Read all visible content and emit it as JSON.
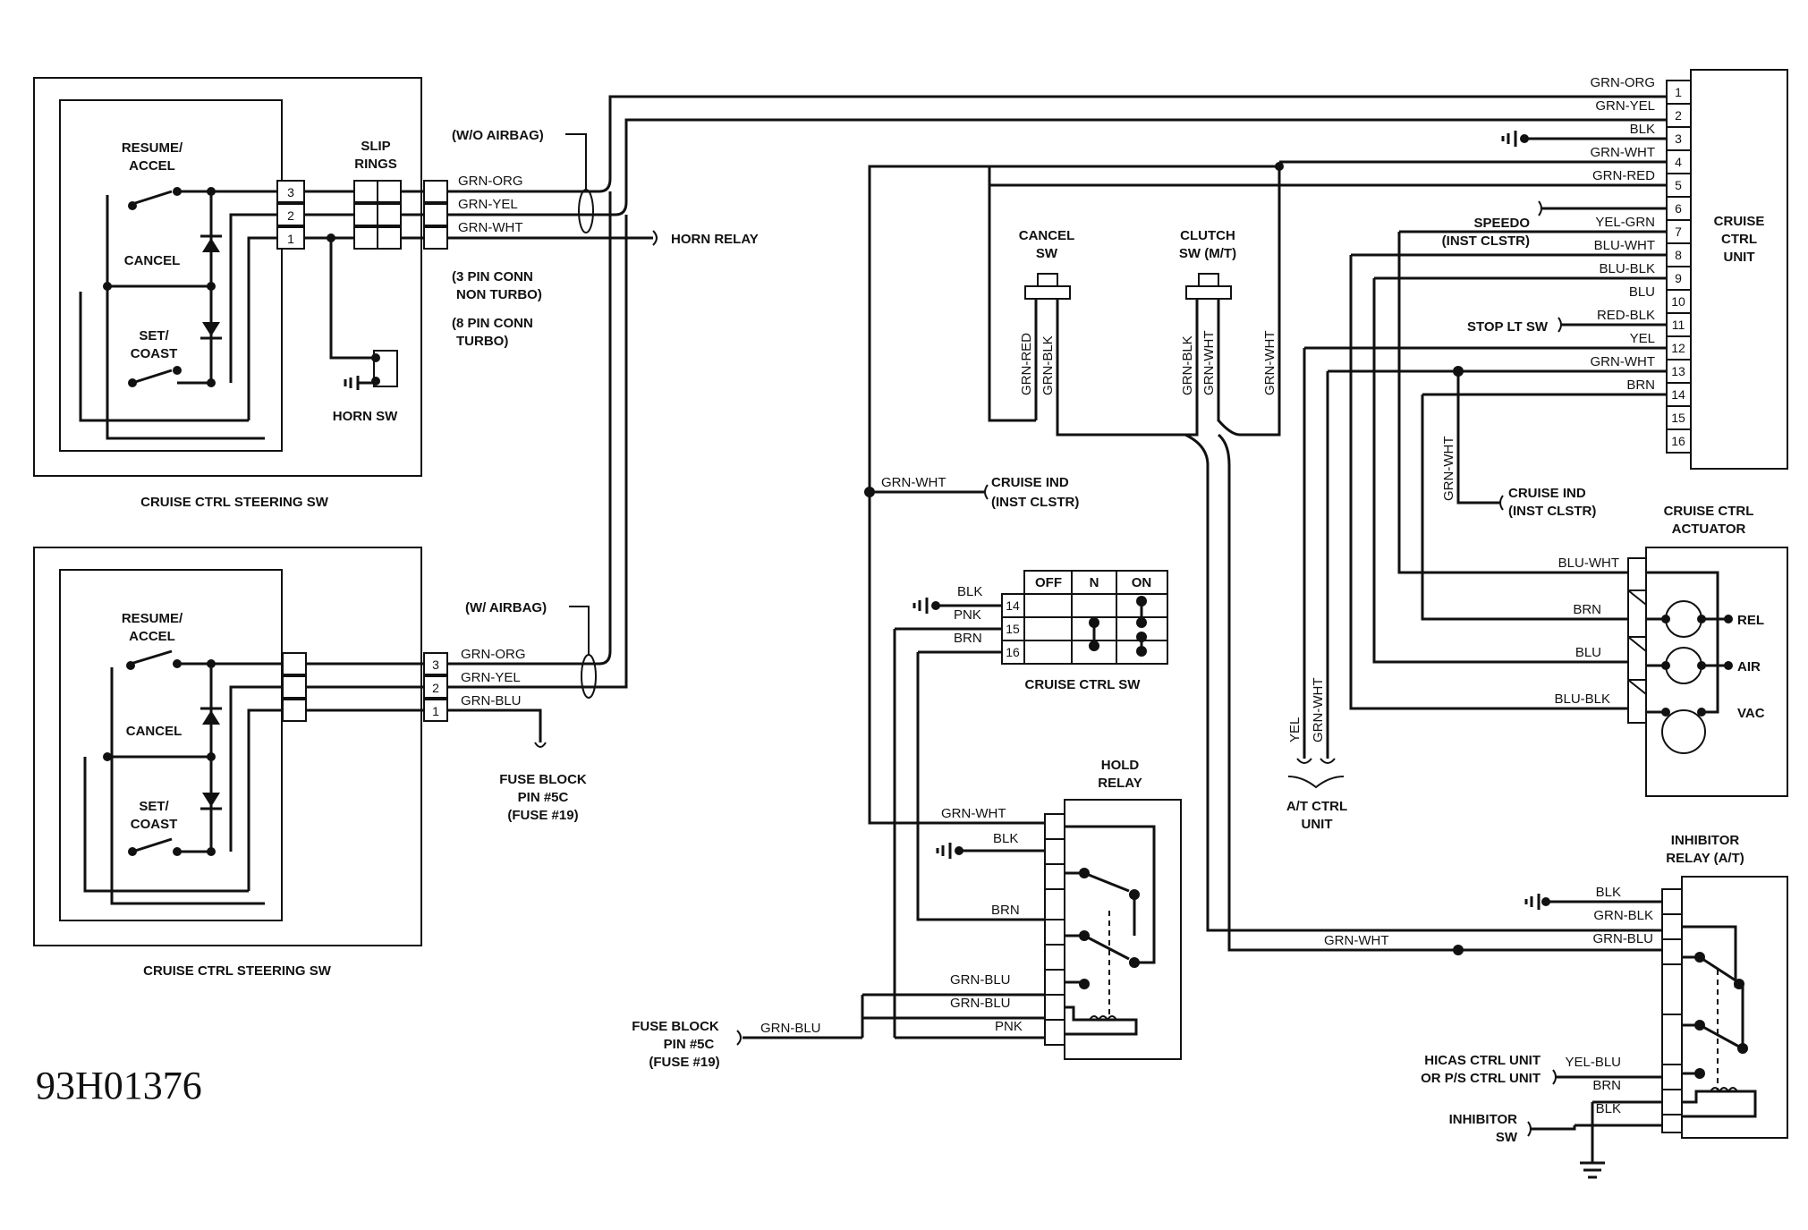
{
  "figure_code": "93H01376",
  "upper_steering_sw": {
    "caption": "CRUISE CTRL STEERING SW",
    "resume_1": "RESUME/",
    "resume_2": "ACCEL",
    "cancel": "CANCEL",
    "set_1": "SET/",
    "set_2": "COAST",
    "pins": [
      "3",
      "2",
      "1"
    ]
  },
  "slip_rings": {
    "line1": "SLIP",
    "line2": "RINGS"
  },
  "horn_sw": "HORN SW",
  "horn_relay": "HORN RELAY",
  "wo_airbag": "(W/O AIRBAG)",
  "w_airbag": "(W/ AIRBAG)",
  "conn_note_1a": "(3 PIN CONN",
  "conn_note_1b": "NON TURBO)",
  "conn_note_2a": "(8 PIN CONN",
  "conn_note_2b": "TURBO)",
  "upper_wires": [
    "GRN-ORG",
    "GRN-YEL",
    "GRN-WHT"
  ],
  "lower_steering_sw": {
    "caption": "CRUISE CTRL STEERING SW",
    "resume_1": "RESUME/",
    "resume_2": "ACCEL",
    "cancel": "CANCEL",
    "set_1": "SET/",
    "set_2": "COAST",
    "pins": [
      "3",
      "2",
      "1"
    ]
  },
  "lower_wires": [
    "GRN-ORG",
    "GRN-YEL",
    "GRN-BLU"
  ],
  "fuse_block_a": {
    "l1": "FUSE BLOCK",
    "l2": "PIN #5C",
    "l3": "(FUSE #19)"
  },
  "fuse_block_b": {
    "l1": "FUSE BLOCK",
    "l2": "PIN #5C",
    "l3": "(FUSE #19)"
  },
  "fuse_b_wire": "GRN-BLU",
  "cancel_sw": {
    "l1": "CANCEL",
    "l2": "SW",
    "w1": "GRN-RED",
    "w2": "GRN-BLK"
  },
  "clutch_sw": {
    "l1": "CLUTCH",
    "l2": "SW (M/T)",
    "w1": "GRN-BLK",
    "w2": "GRN-WHT"
  },
  "clutch_side_wire": "GRN-WHT",
  "cruise_ind_left": {
    "wire": "GRN-WHT",
    "l1": "CRUISE IND",
    "l2": "(INST CLSTR)"
  },
  "cruise_ctrl_sw": {
    "caption": "CRUISE CTRL SW",
    "headers": [
      "OFF",
      "N",
      "ON"
    ],
    "pins": [
      "14",
      "15",
      "16"
    ],
    "wires": [
      "BLK",
      "PNK",
      "BRN"
    ]
  },
  "hold_relay": {
    "l1": "HOLD",
    "l2": "RELAY",
    "wires": [
      "GRN-WHT",
      "BLK",
      "BRN",
      "GRN-BLU",
      "GRN-BLU",
      "PNK"
    ]
  },
  "cruise_unit": {
    "l1": "CRUISE",
    "l2": "CTRL",
    "l3": "UNIT",
    "pins": [
      "1",
      "2",
      "3",
      "4",
      "5",
      "6",
      "7",
      "8",
      "9",
      "10",
      "11",
      "12",
      "13",
      "14",
      "15",
      "16"
    ],
    "wires": [
      "GRN-ORG",
      "GRN-YEL",
      "BLK",
      "GRN-WHT",
      "GRN-RED",
      "YEL-GRN",
      "BLU-WHT",
      "BLU-BLK",
      "BLU",
      "RED-BLK",
      "YEL",
      "GRN-WHT",
      "BRN"
    ]
  },
  "speedo": {
    "l1": "SPEEDO",
    "l2": "(INST CLSTR)"
  },
  "stop_lt_sw": "STOP LT SW",
  "cruise_ind_right": {
    "wire": "GRN-WHT",
    "l1": "CRUISE IND",
    "l2": "(INST CLSTR)"
  },
  "actuator": {
    "l1": "CRUISE CTRL",
    "l2": "ACTUATOR",
    "wires": [
      "BLU-WHT",
      "BRN",
      "BLU",
      "BLU-BLK"
    ],
    "ports": [
      "REL",
      "AIR",
      "VAC"
    ]
  },
  "at_ctrl": {
    "w1": "YEL",
    "w2": "GRN-WHT",
    "l1": "A/T CTRL",
    "l2": "UNIT"
  },
  "bottom_wire": "GRN-WHT",
  "inhibitor_relay": {
    "l1": "INHIBITOR",
    "l2": "RELAY (A/T)",
    "wires": [
      "BLK",
      "GRN-BLK",
      "GRN-BLU",
      "YEL-BLU",
      "BRN",
      "BLK"
    ]
  },
  "hicas": {
    "l1": "HICAS CTRL UNIT",
    "l2": "OR P/S CTRL UNIT"
  },
  "inhibitor_sw": {
    "l1": "INHIBITOR",
    "l2": "SW"
  }
}
